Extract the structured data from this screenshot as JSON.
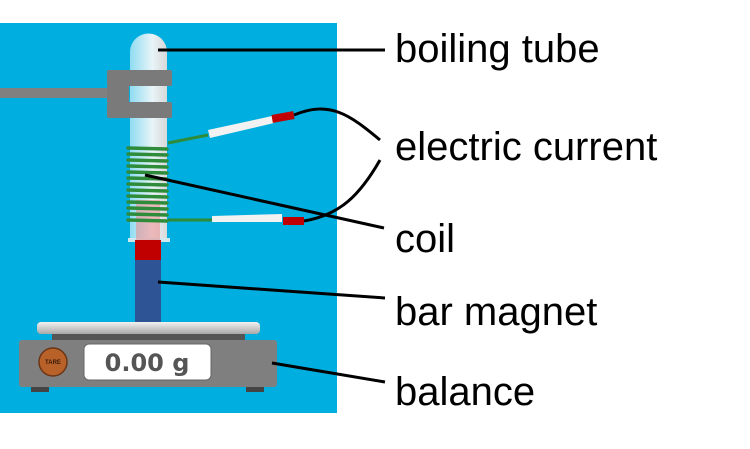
{
  "labels": {
    "boiling_tube": "boiling tube",
    "electric_current": "electric current",
    "coil": "coil",
    "bar_magnet": "bar magnet",
    "balance": "balance"
  },
  "balance": {
    "reading": "0.00 g",
    "tare_label": "TARE"
  },
  "colors": {
    "background": "#00AEDF",
    "magnet_north": "#C00000",
    "magnet_south": "#2E5496",
    "coil": "#2E8B3A"
  }
}
